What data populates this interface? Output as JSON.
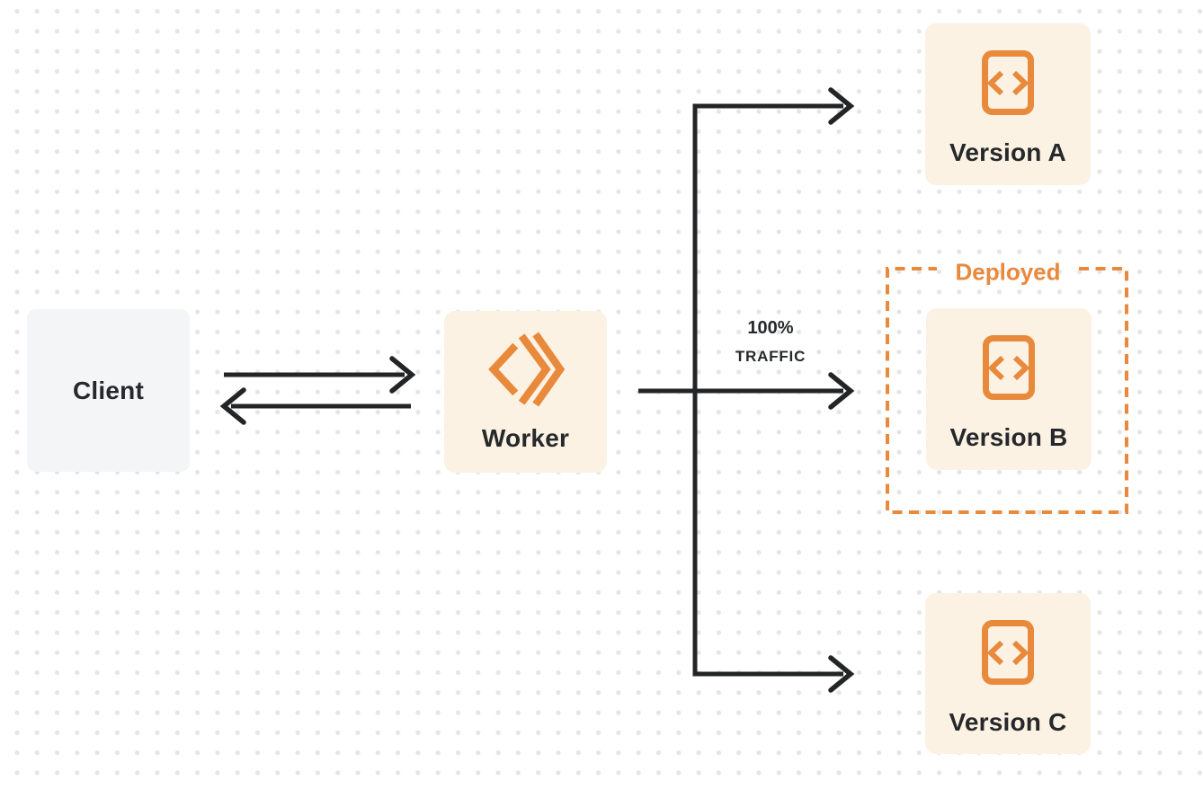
{
  "theme": {
    "accent_orange": "#E8893C",
    "node_cream": "#FBF2E3",
    "client_gray": "#F4F5F7",
    "line_black": "#232425",
    "text_dark": "#26282B",
    "dot_gray": "#E5E5E7"
  },
  "nodes": {
    "client": {
      "label": "Client"
    },
    "worker": {
      "label": "Worker",
      "icon": "workers-logo-icon"
    },
    "version_a": {
      "label": "Version A",
      "icon": "code-file-icon"
    },
    "version_b": {
      "label": "Version B",
      "icon": "code-file-icon",
      "status": "Deployed"
    },
    "version_c": {
      "label": "Version C",
      "icon": "code-file-icon"
    }
  },
  "annotations": {
    "traffic_line1": "100%",
    "traffic_line2": "TRAFFIC",
    "deployed_label": "Deployed"
  }
}
